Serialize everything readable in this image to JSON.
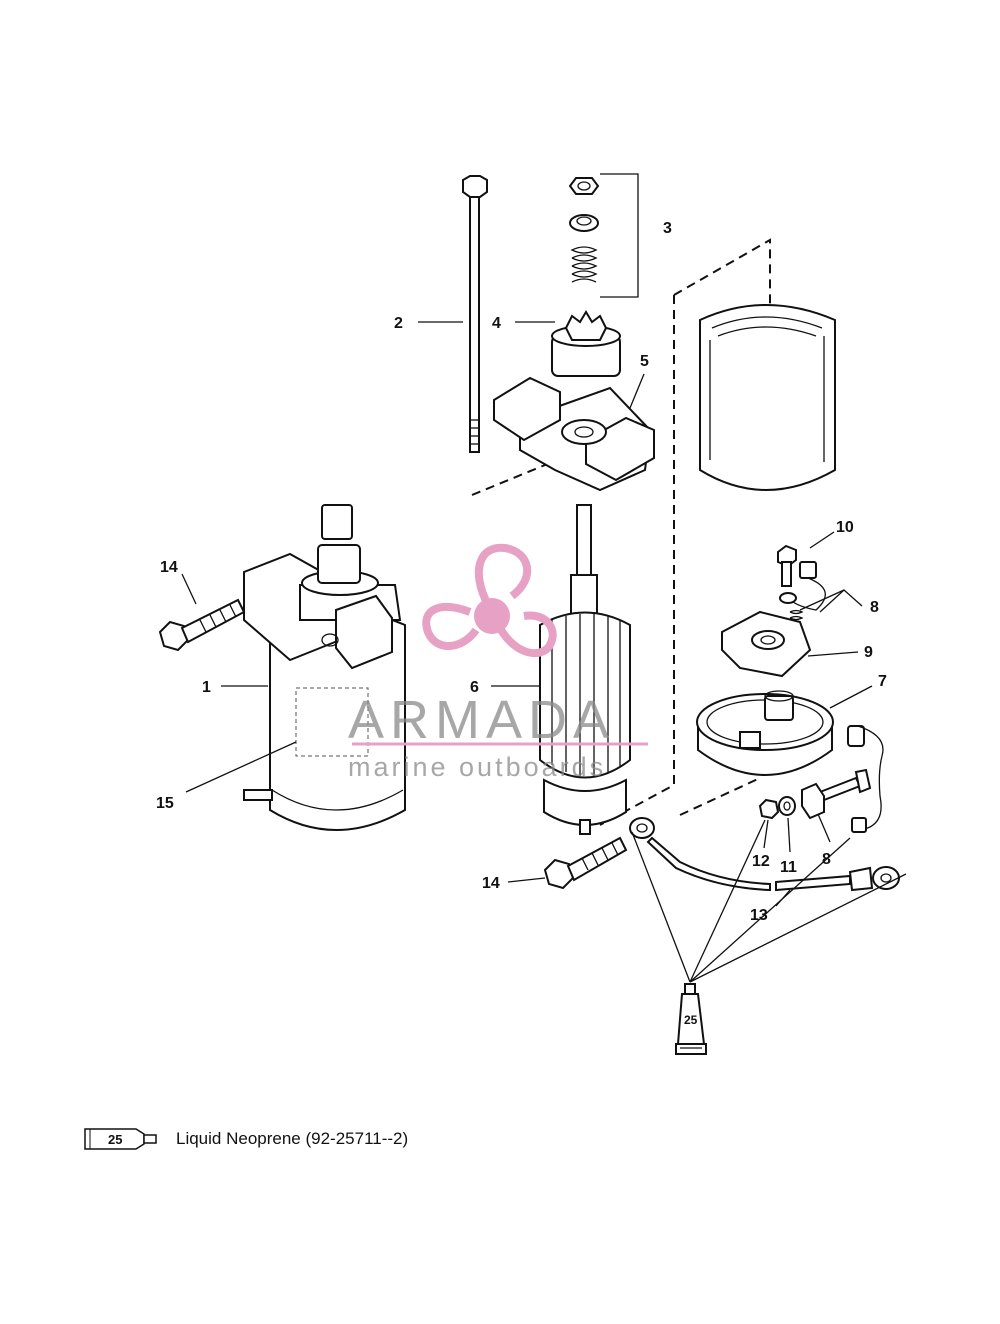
{
  "callouts": {
    "c1": "1",
    "c2": "2",
    "c3": "3",
    "c4": "4",
    "c5": "5",
    "c6": "6",
    "c7": "7",
    "c8a": "8",
    "c8b": "8",
    "c9": "9",
    "c10": "10",
    "c11": "11",
    "c12": "12",
    "c13": "13",
    "c14a": "14",
    "c14b": "14",
    "c15": "15"
  },
  "sealant_tube_label": "25",
  "watermark": {
    "brand": "ARMADA",
    "tagline": "marine outboards",
    "logo_color": "#e6a1c4",
    "line_color": "#e6a1c4"
  },
  "legend": {
    "tube_number": "25",
    "text": "Liquid Neoprene (92-25711--2)"
  }
}
